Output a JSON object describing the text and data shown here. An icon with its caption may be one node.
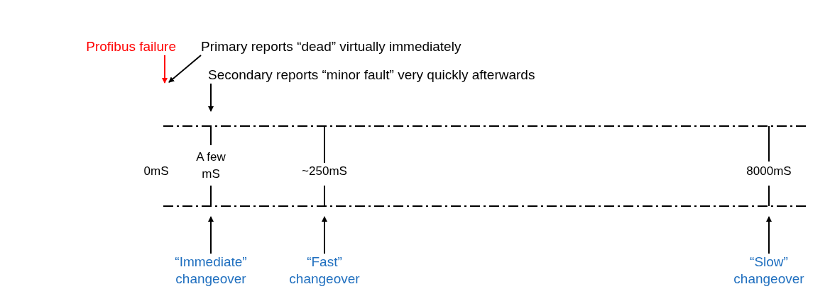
{
  "diagram": {
    "nodes": [
      {
        "text": [
          "Profibus failure"
        ]
      },
      {
        "text": [
          "Primary reports “dead” virtually immediately"
        ]
      },
      {
        "text": [
          "Secondary reports “minor fault” very quickly afterwards"
        ]
      },
      {
        "text": [
          "“Immediate” changeover"
        ]
      },
      {
        "text": [
          "“Fast” changeover"
        ]
      },
      {
        "text": [
          "“Slow” changeover"
        ]
      }
    ],
    "edges": [
      {
        "from": 0,
        "to": null,
        "arrow": "to",
        "color": "#ff0000"
      },
      {
        "from": 1,
        "to": null,
        "arrow": "to"
      },
      {
        "from": 2,
        "to": null,
        "arrow": "to"
      },
      {
        "from": 3,
        "to": null,
        "arrow": "to"
      },
      {
        "from": 4,
        "to": null,
        "arrow": "to"
      },
      {
        "from": 5,
        "to": null,
        "arrow": "to"
      }
    ],
    "labels": [
      "0mS",
      "A few mS",
      "~250mS",
      "8000mS"
    ]
  }
}
